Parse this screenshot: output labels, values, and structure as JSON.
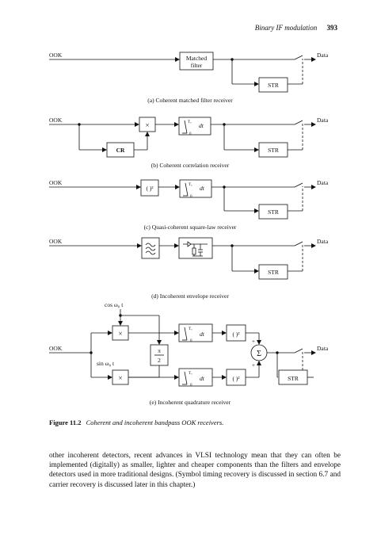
{
  "header": {
    "running_title": "Binary IF modulation",
    "page_number": "393"
  },
  "diagram": {
    "a": {
      "input": "OOK",
      "filter": [
        "Matched",
        "filter"
      ],
      "str": "STR",
      "output": "Data",
      "caption": "(a) Coherent matched filter receiver"
    },
    "b": {
      "input": "OOK",
      "mult": "×",
      "cr": "CR",
      "int_upper": "Tₒ",
      "int_lower": "0",
      "int_dt": "dt",
      "str": "STR",
      "output": "Data",
      "caption": "(b) Coherent correlation receiver"
    },
    "c": {
      "input": "OOK",
      "square": "( )²",
      "int_upper": "Tₒ",
      "int_lower": "0",
      "int_dt": "dt",
      "str": "STR",
      "output": "Data",
      "caption": "(c) Quasi-coherent square-law receiver"
    },
    "d": {
      "input": "OOK",
      "str": "STR",
      "output": "Data",
      "caption": "(d) Incoherent envelope receiver"
    },
    "e": {
      "input": "OOK",
      "cos_label": "cos ω₀ t",
      "sin_label": "sin ω₀ t",
      "mult_top": "×",
      "mult_bottom": "×",
      "phase_num": "π",
      "phase_den": "2",
      "int_upper": "Tₒ",
      "int_lower": "0",
      "int_dt": "dt",
      "square_top": "( )²",
      "square_bottom": "( )²",
      "sum": "Σ",
      "plus_top": "+",
      "plus_bottom": "+",
      "str": "STR",
      "output": "Data",
      "caption": "(e) Incoherent quadrature receiver"
    }
  },
  "caption": {
    "label": "Figure 11.2",
    "text": "Coherent and incoherent bandpass OOK receivers."
  },
  "body_text": "other incoherent detectors, recent advances in VLSI technology mean that they can often be implemented (digitally) as smaller, lighter and cheaper components than the filters and envelope detectors used in more traditional designs. (Symbol timing recovery is discussed in section 6.7 and carrier recovery is discussed later in this chapter.)"
}
